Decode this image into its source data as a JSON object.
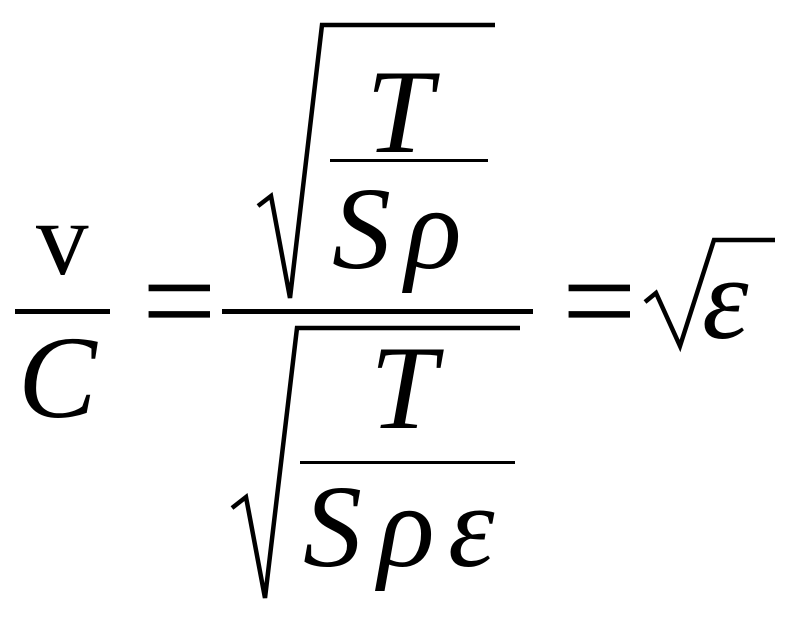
{
  "equation": {
    "lhs_numerator": "v",
    "lhs_denominator": "C",
    "equals": "=",
    "inner_top": {
      "numerator": "T",
      "denominator": [
        "S",
        "ρ"
      ]
    },
    "inner_bottom": {
      "numerator": "T",
      "denominator": [
        "S",
        "ρ",
        "ε"
      ]
    },
    "result_radicand": "ε"
  }
}
